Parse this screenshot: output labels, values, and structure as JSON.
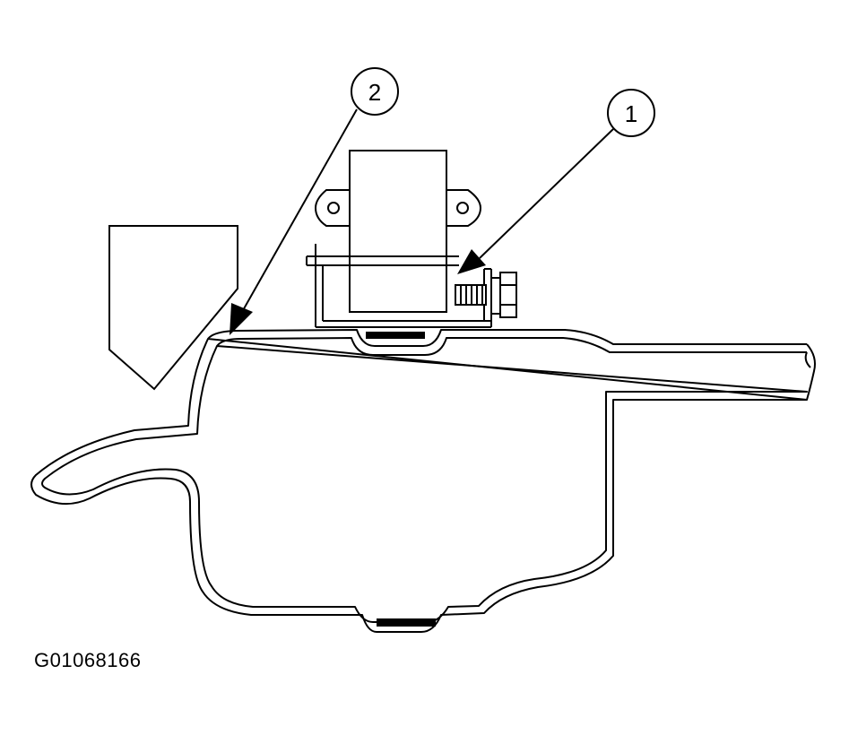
{
  "callouts": [
    {
      "id": "1",
      "label": "1"
    },
    {
      "id": "2",
      "label": "2"
    }
  ],
  "figure_id": "G01068166",
  "colors": {
    "ink": "#000000",
    "paper": "#ffffff"
  }
}
